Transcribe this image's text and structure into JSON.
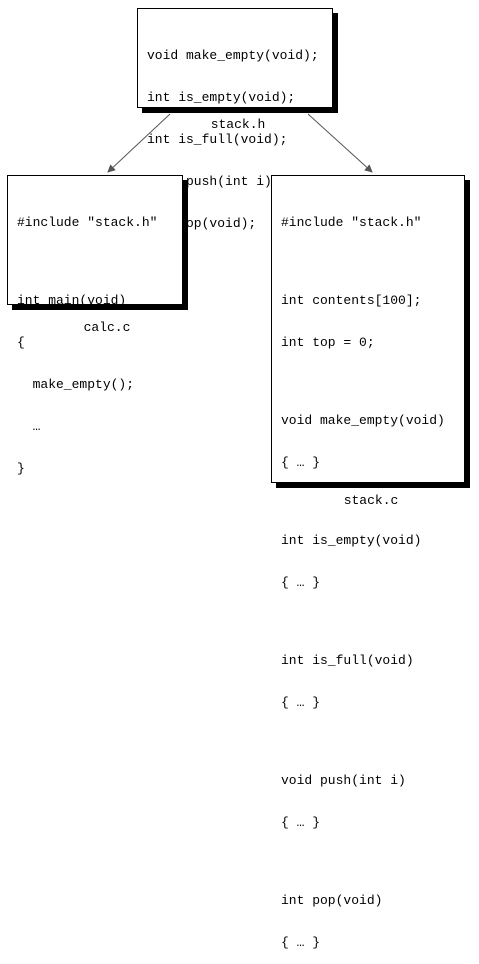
{
  "header_file": {
    "name": "stack.h",
    "lines": [
      "void make_empty(void);",
      "int is_empty(void);",
      "int is_full(void);",
      "void push(int i);",
      "int pop(void);"
    ]
  },
  "calc_file": {
    "name": "calc.c",
    "include_line": "#include \"stack.h\"",
    "body_lines": [
      "int main(void)",
      "{",
      "  make_empty();",
      "  …",
      "}"
    ]
  },
  "stack_file": {
    "name": "stack.c",
    "include_line": "#include \"stack.h\"",
    "decl_lines": [
      "int contents[100];",
      "int top = 0;"
    ],
    "functions": [
      {
        "signature": "void make_empty(void)",
        "body": "{ … }"
      },
      {
        "signature": "int is_empty(void)",
        "body": "{ … }"
      },
      {
        "signature": "int is_full(void)",
        "body": "{ … }"
      },
      {
        "signature": "void push(int i)",
        "body": "{ … }"
      },
      {
        "signature": "int pop(void)",
        "body": "{ … }"
      }
    ]
  },
  "colors": {
    "ink": "#000000",
    "arrow": "#555555",
    "background": "#ffffff"
  }
}
